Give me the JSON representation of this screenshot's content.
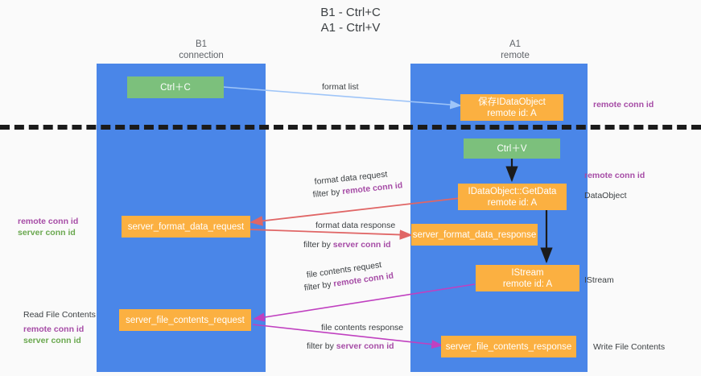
{
  "title": "B1 - Ctrl+C\nA1 - Ctrl+V",
  "columns": {
    "left": {
      "name": "B1",
      "role": "connection",
      "header": "B1\nconnection"
    },
    "right": {
      "name": "A1",
      "role": "remote",
      "header": "A1\nremote"
    }
  },
  "colors": {
    "lane": "#4a86e8",
    "green_node": "#7cc07c",
    "orange_node": "#fbb041",
    "remote_conn_id": "#a64ca6",
    "server_conn_id": "#6aa84f",
    "divider": "#1b1b1b",
    "arrow_format_list": "#9fc5f8",
    "arrow_ctrl_v": "#1b1b1b",
    "arrow_format_data": "#e06666",
    "arrow_getdata": "#1b1b1b",
    "arrow_file_contents": "#c040c0",
    "background": "#fafafa"
  },
  "nodes": {
    "ctrl_c": "Ctrl＋C",
    "save_idataobject": "保存IDataObject\nremote id: A",
    "ctrl_v": "Ctrl＋V",
    "idataobject_getdata": "IDataObject::GetData\nremote id: A",
    "server_format_data_request": "server_format_data_request",
    "server_format_data_response": "server_format_data_response",
    "istream": "IStream\nremote id: A",
    "server_file_contents_request": "server_file_contents_request",
    "server_file_contents_response": "server_file_contents_response"
  },
  "edges": {
    "format_list": {
      "label": "format list"
    },
    "format_data_request": {
      "line1": "format data request",
      "line2_prefix": "filter by ",
      "line2_key": "remote conn id"
    },
    "format_data_response": {
      "line1": "format data response",
      "line2_prefix": "filter by ",
      "line2_key": "server conn id"
    },
    "file_contents_request": {
      "line1": "file contents request",
      "line2_prefix": "filter by ",
      "line2_key": "remote conn id"
    },
    "file_contents_response": {
      "line1": "file contents response",
      "line2_prefix": "filter by ",
      "line2_key": "server conn id"
    }
  },
  "right_labels": {
    "remote_conn_id_top": "remote conn id",
    "remote_conn_id_mid": "remote conn id",
    "dataobject": "DataObject",
    "istream": "IStream",
    "write_file_contents": "Write File Contents"
  },
  "left_labels": {
    "keys_mid_remote": "remote conn id",
    "keys_mid_server": "server conn id",
    "read_file_contents": "Read File Contents",
    "keys_bottom_remote": "remote conn id",
    "keys_bottom_server": "server conn id"
  }
}
